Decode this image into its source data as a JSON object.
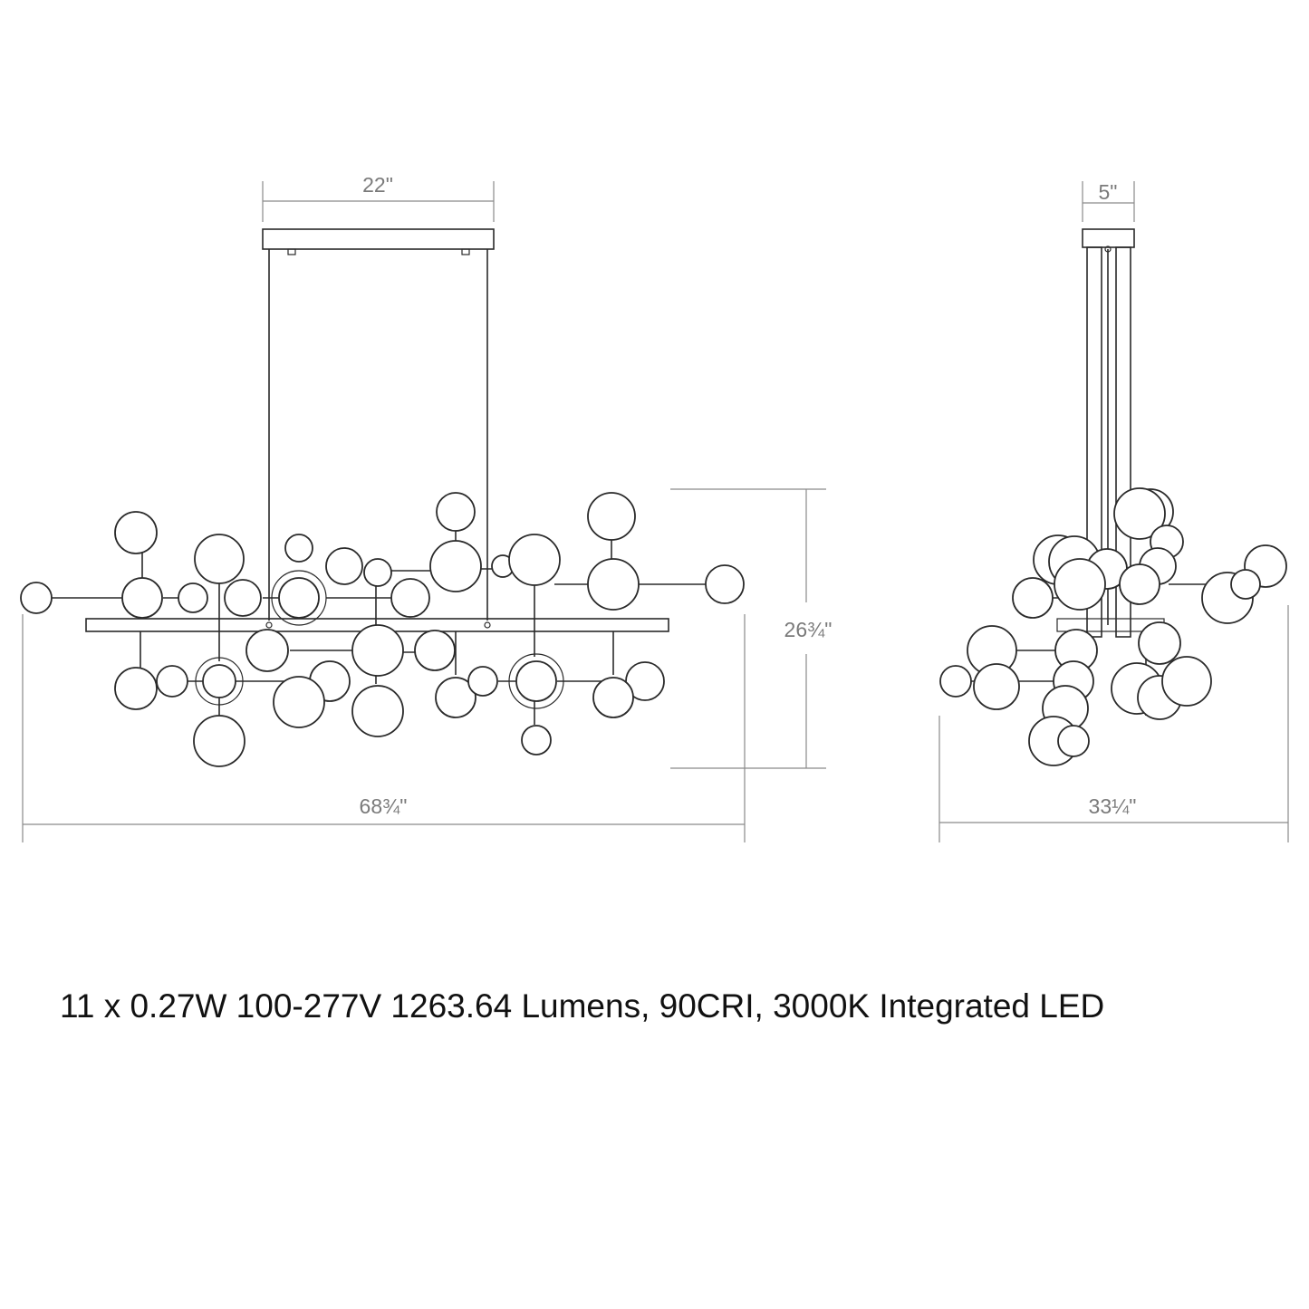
{
  "dimensions": {
    "canopy_width": "22\"",
    "canopy_depth": "5\"",
    "front_height": "26¾\"",
    "front_width": "68¾\"",
    "side_width": "33¼\""
  },
  "spec_text": "11 x 0.27W 100-277V 1263.64 Lumens, 90CRI, 3000K Integrated LED"
}
